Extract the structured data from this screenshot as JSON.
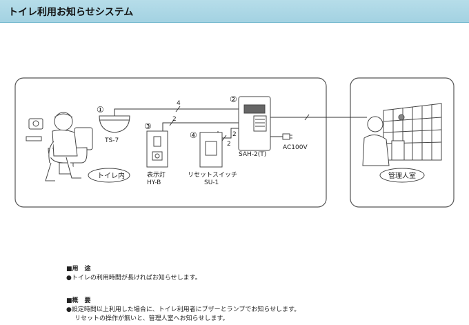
{
  "title": "トイレ利用お知らせシステム",
  "diagram": {
    "num1": "①",
    "num2": "②",
    "num3": "③",
    "num4": "④",
    "wire_4": "4",
    "wire_2a": "2",
    "wire_2b": "2",
    "wire_2c": "2",
    "ts7": "TS-7",
    "sah": "SAH-2(T)",
    "ac": "AC100V",
    "hy_label": "表示灯",
    "hy_model": "HY-B",
    "su_label": "リセットスイッチ",
    "su_model": "SU-1",
    "toilet_label": "トイレ内",
    "office_label": "管理人室"
  },
  "notes": {
    "use_head": "■用　途",
    "use_text": "●トイレの利用時間が長ければお知らせします。",
    "summary_head": "■概　要",
    "summary_text1": "●設定時間以上利用した場合に、トイレ利用者にブザーとランプでお知らせします。",
    "summary_text2": "リセットの操作が無いと、管理人室へお知らせします。"
  }
}
